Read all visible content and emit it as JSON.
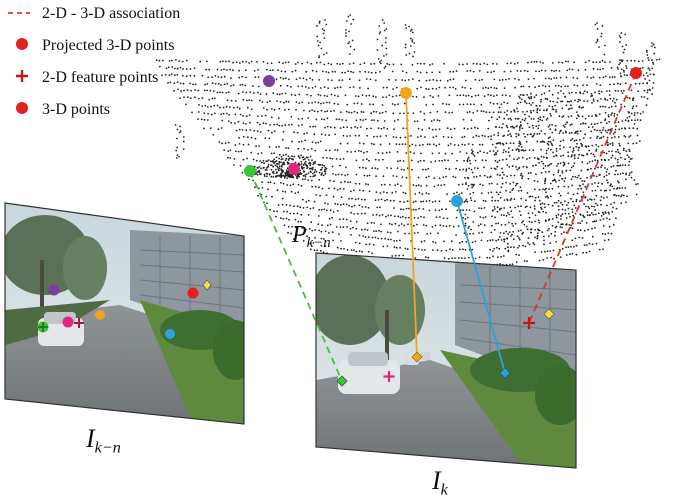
{
  "legend": {
    "association": "2-D - 3-D association",
    "projected": "Projected 3-D points",
    "feature": "2-D feature points",
    "points3d": "3-D points"
  },
  "labels": {
    "point_cloud": {
      "base": "P",
      "sub": "k−n"
    },
    "image_prev": {
      "base": "I",
      "sub": "k−n"
    },
    "image_curr": {
      "base": "I",
      "sub": "k"
    }
  },
  "colors": {
    "association": "#e0332b",
    "green": "#3ec43a",
    "orange": "#f2a51a",
    "blue": "#2aa3dc",
    "red": "#e3221d",
    "purple": "#7a3fa0",
    "magenta": "#e0287a",
    "yellow": "#f4e046"
  }
}
